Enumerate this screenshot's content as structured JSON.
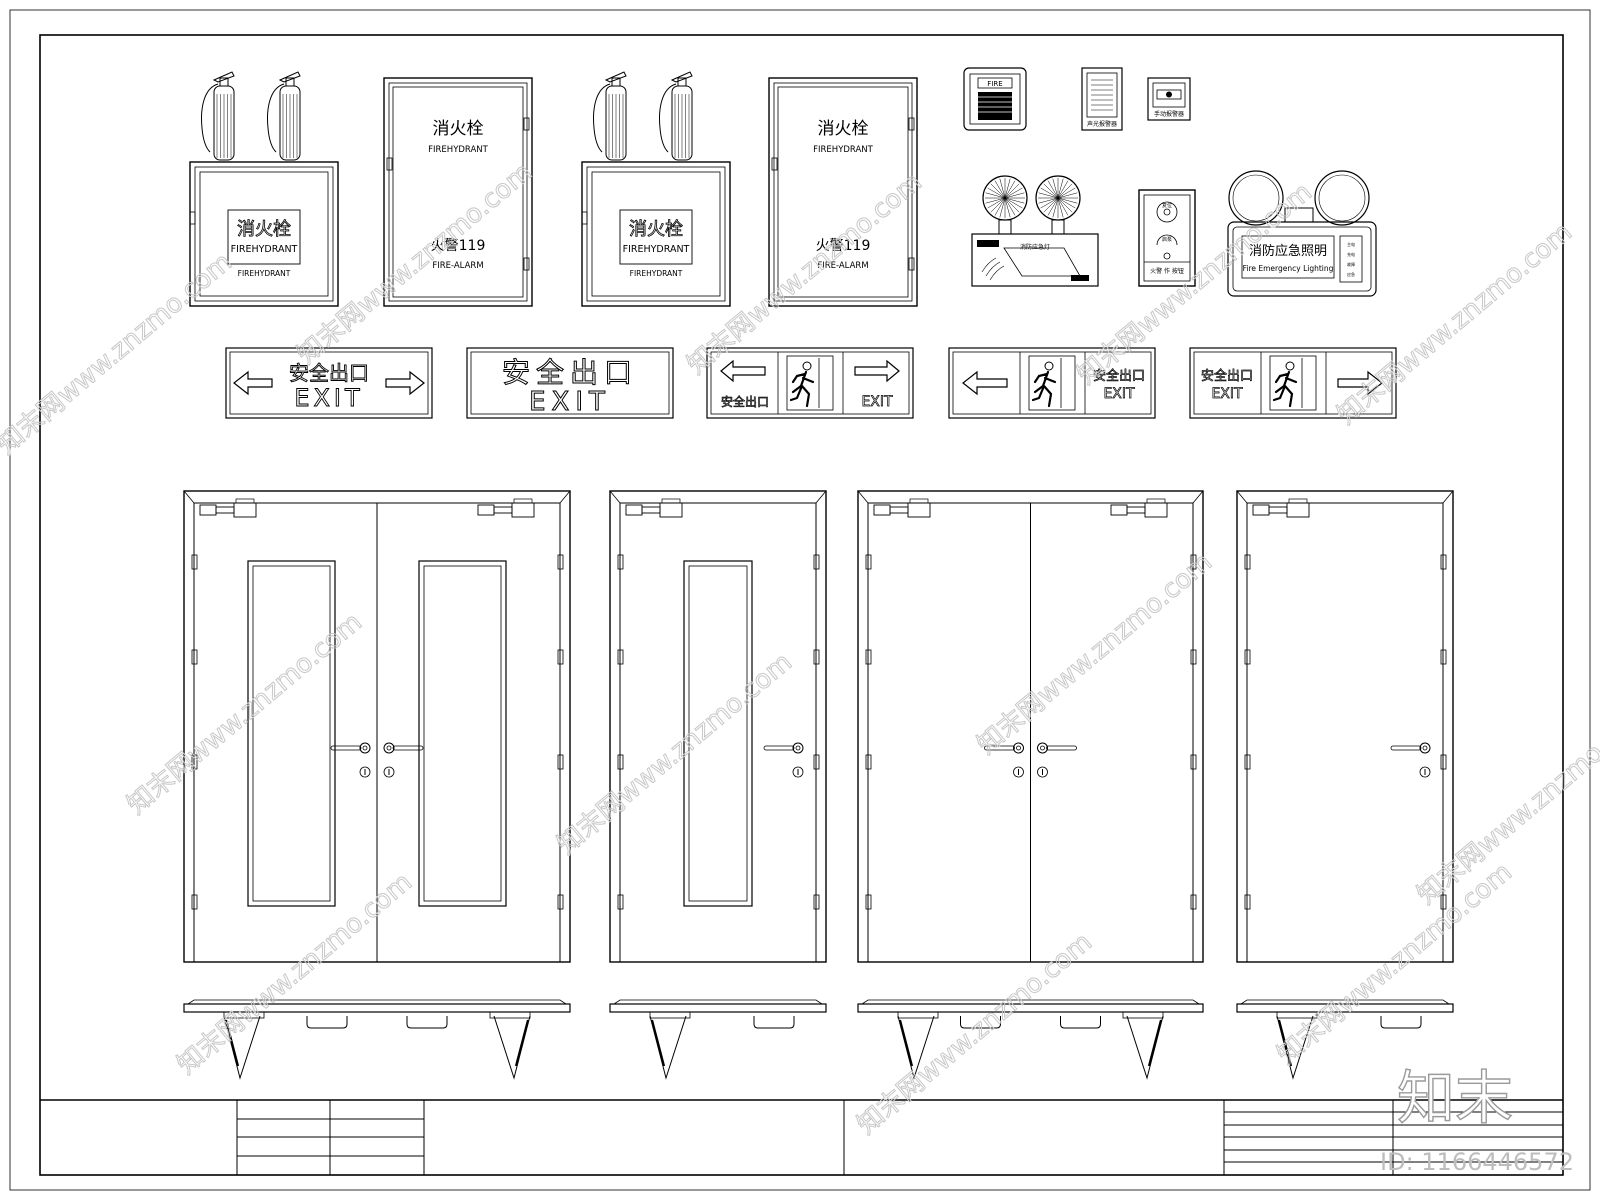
{
  "hydrant_cabinets": [
    {
      "title_cn": "消火栓",
      "title_en": "FIREHYDRANT",
      "caption": "FIREHYDRANT"
    },
    {
      "title_cn": "消火栓",
      "title_en": "FIREHYDRANT",
      "caption": "FIREHYDRANT"
    }
  ],
  "hydrant_boxes": [
    {
      "title_cn": "消火栓",
      "title_en": "FIREHYDRANT",
      "alarm_cn": "火警119",
      "alarm_en": "FIRE-ALARM"
    },
    {
      "title_cn": "消火栓",
      "title_en": "FIREHYDRANT",
      "alarm_cn": "火警119",
      "alarm_en": "FIRE-ALARM"
    }
  ],
  "alarm_devices": {
    "bell_label": "FIRE",
    "strobe_label": "声光报警器",
    "manual_label": "手动报警器",
    "hydrant_button_top": "复位",
    "hydrant_button_mid": "启泵",
    "hydrant_button_bottom": "火警 作 按钮",
    "emergency_lamp_label": "消防应急灯",
    "emergency_sign_cn": "消防应急照明",
    "emergency_sign_en": "Fire Emergency Lighting",
    "emergency_side_labels": [
      "主电",
      "充电",
      "故障",
      "应急"
    ]
  },
  "exit_signs": [
    {
      "cn": "安全出口",
      "en": "EXIT"
    },
    {
      "cn": "安全出口",
      "en": "EXIT"
    },
    {
      "cn": "安全出口",
      "en": "EXIT"
    },
    {
      "cn": "安全出口",
      "en": "EXIT"
    },
    {
      "cn": "安全出口",
      "en": "EXIT"
    }
  ],
  "doors": [
    {
      "type": "double",
      "vision_panels": true
    },
    {
      "type": "single",
      "vision_panels": true
    },
    {
      "type": "double",
      "vision_panels": false
    },
    {
      "type": "single",
      "vision_panels": false
    }
  ],
  "watermark": {
    "site": "www.znzmo.com",
    "logo": "知末",
    "brand": "知末网"
  },
  "image_id": "ID: 1166446572",
  "colors": {
    "line": "#000000",
    "background": "#ffffff",
    "watermark": "#cfcfcf"
  }
}
